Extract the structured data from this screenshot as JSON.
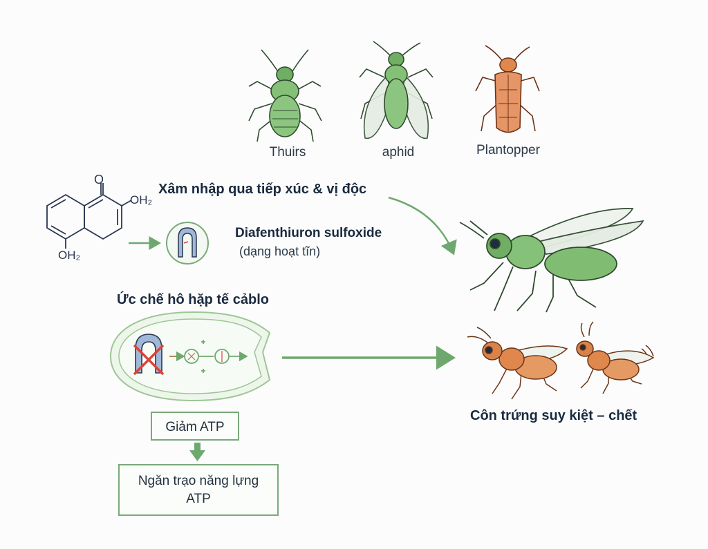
{
  "pests": [
    {
      "name": "Thuirs",
      "color": "#7fb96f",
      "icon": "thrips-icon"
    },
    {
      "name": "aphid",
      "color": "#8cc07c",
      "icon": "aphid-icon"
    },
    {
      "name": "Plantopper",
      "color": "#e08a5a",
      "icon": "planthopper-icon"
    }
  ],
  "molecule": {
    "substituent_top": "O",
    "substituent_right": "OH₂",
    "substituent_bottom": "OH₂"
  },
  "entry_label": "Xâm nhập qua tiếp xúc & vị độc",
  "metabolite": {
    "name": "Diafenthiuron sulfoxide",
    "note": "(dạng hoạt tĩn)"
  },
  "inhibition_title": "Ức chế hô hặp tế cảblo",
  "boxes": {
    "atp_drop": "Giảm ATP",
    "energy_block_line1": "Ngăn trạo năng lựng",
    "energy_block_line2": "ATP"
  },
  "outcome": "Côn trứng suy kiệt – chết",
  "colors": {
    "arrow_green": "#6fa86f",
    "insect_green": "#7fba6e",
    "insect_orange": "#e0874e",
    "inhibit_red": "#d9443a",
    "protein_blue": "#9fb8d8"
  }
}
